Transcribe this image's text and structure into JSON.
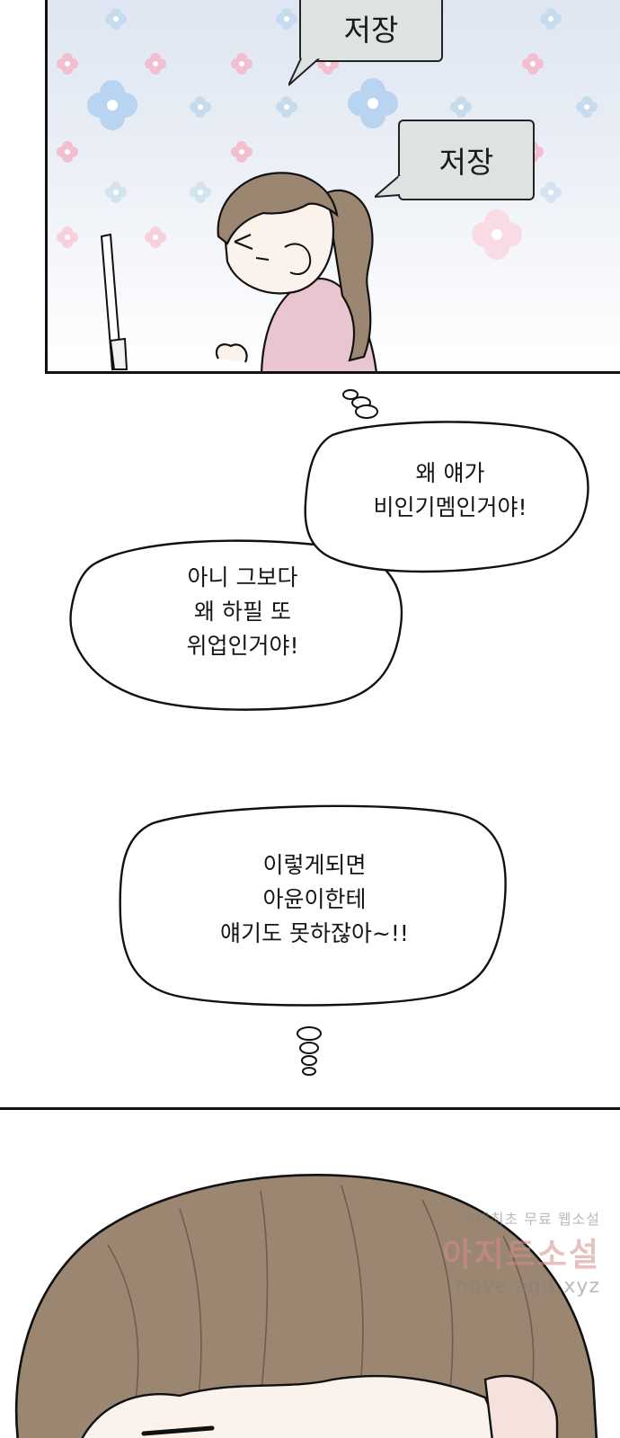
{
  "panel_top": {
    "bubble_1": "저장",
    "bubble_2": "저장"
  },
  "thought_bubbles": {
    "upper_right": "왜 얘가\n비인기멤인거야!",
    "left": "아니 그보다\n왜 하필 또\n위업인거야!",
    "middle": "이렇게되면\n아윤이한테\n얘기도 못하잖아~!!"
  },
  "watermark": {
    "line1": "국내최초 무료 웹소설",
    "line2": "아지트소설",
    "line3": "nove.agit.xyz"
  },
  "colors": {
    "ink": "#111111",
    "box_bubble_fill": "#dde3e0",
    "hair": "#9b8672",
    "sweater": "#e9c6cf",
    "skin": "#fbf2ec",
    "flower_pink": "#f2bfd0",
    "flower_blue": "#b9d4f0"
  }
}
